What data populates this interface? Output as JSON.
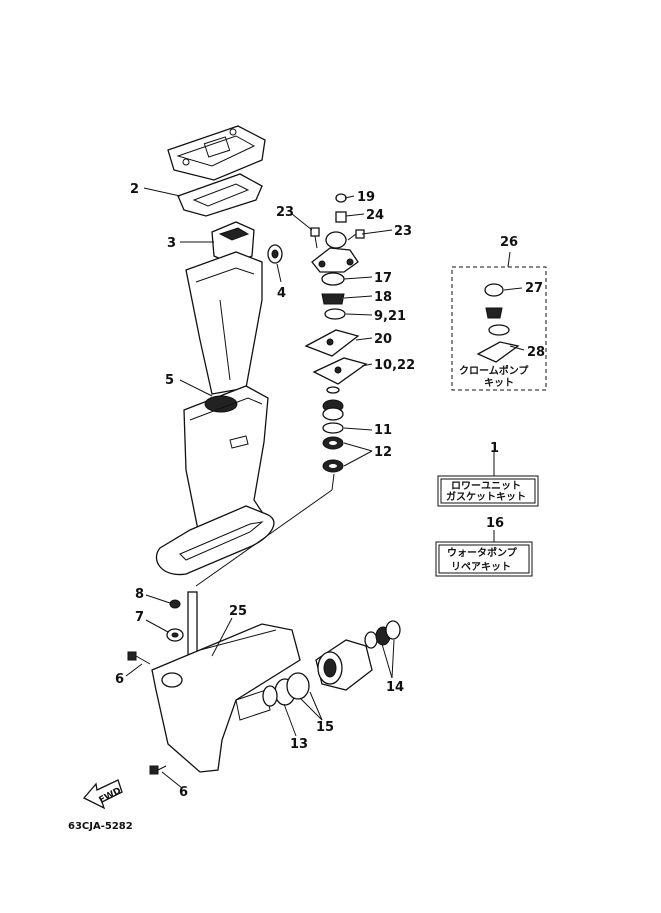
{
  "callouts": {
    "c1": "1",
    "c2": "2",
    "c3": "3",
    "c4": "4",
    "c5": "5",
    "c6a": "6",
    "c6b": "6",
    "c7": "7",
    "c8": "8",
    "c9_21": "9,21",
    "c10_22": "10,22",
    "c11": "11",
    "c12": "12",
    "c13": "13",
    "c14": "14",
    "c15": "15",
    "c16": "16",
    "c17": "17",
    "c18": "18",
    "c19": "19",
    "c20": "20",
    "c23a": "23",
    "c23b": "23",
    "c24": "24",
    "c25": "25",
    "c26": "26",
    "c27": "27",
    "c28": "28"
  },
  "kits": {
    "chrome_pump_line1": "クロームポンプ",
    "chrome_pump_line2": "キット",
    "lower_gasket_line1": "ロワーユニット",
    "lower_gasket_line2": "ガスケットキット",
    "water_pump_line1": "ウォータポンプ",
    "water_pump_line2": "リペアキット"
  },
  "fwd_label": "FWD",
  "diagram_code": "63CJA-5282"
}
